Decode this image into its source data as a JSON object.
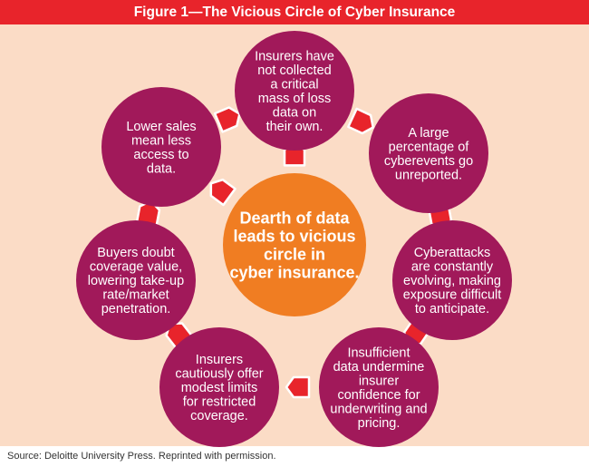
{
  "figure": {
    "title": "Figure 1—The Vicious Circle of Cyber Insurance",
    "source": "Source:  Deloitte University Press. Reprinted with permission."
  },
  "colors": {
    "title_bar": "#e8242b",
    "background": "#fbdcc6",
    "node": "#a1195a",
    "center": "#f07d22",
    "arrow": "#e8242b"
  },
  "center": {
    "lines": [
      "Dearth of data",
      "leads to vicious",
      "circle in",
      "cyber insurance."
    ]
  },
  "nodes": [
    {
      "lines": [
        "Insurers have",
        "not collected",
        "a critical",
        "mass of loss",
        "data on",
        "their own."
      ]
    },
    {
      "lines": [
        "A large",
        "percentage of",
        "cyberevents go",
        "unreported."
      ]
    },
    {
      "lines": [
        "Cyberattacks",
        "are constantly",
        "evolving, making",
        "exposure difficult",
        "to anticipate."
      ]
    },
    {
      "lines": [
        "Insufficient",
        "data undermine",
        "insurer",
        "confidence for",
        "underwriting and",
        "pricing."
      ]
    },
    {
      "lines": [
        "Insurers",
        "cautiously offer",
        "modest limits",
        "for restricted",
        "coverage."
      ]
    },
    {
      "lines": [
        "Buyers doubt",
        "coverage value,",
        "lowering take-up",
        "rate/market",
        "penetration."
      ]
    },
    {
      "lines": [
        "Lower sales",
        "mean less",
        "access to",
        "data."
      ]
    }
  ]
}
